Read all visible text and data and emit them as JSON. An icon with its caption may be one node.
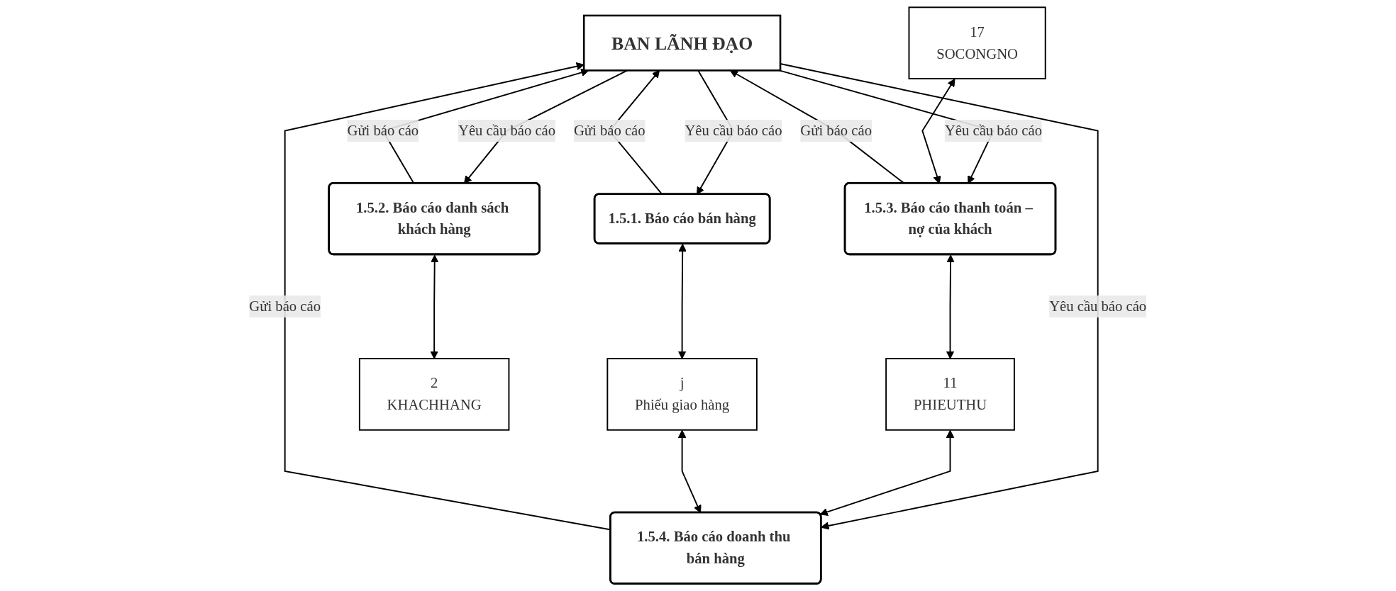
{
  "diagram": {
    "nodes": [
      {
        "text": [
          "BAN LÃNH ĐẠO"
        ]
      },
      {
        "text": [
          "1.5.1. Báo cáo bán hàng"
        ]
      },
      {
        "text": [
          "1.5.2. Báo cáo danh sách khách hàng"
        ]
      },
      {
        "text": [
          "17",
          "SOCONGNO"
        ]
      },
      {
        "text": [
          "1.5.3. Báo cáo thanh toán – nợ của khách"
        ]
      },
      {
        "text": [
          "1.5.4. Báo cáo doanh thu bán hàng"
        ]
      },
      {
        "text": [
          "j",
          "Phiếu giao hàng"
        ]
      },
      {
        "text": [
          "2",
          "KHACHHANG"
        ]
      },
      {
        "text": [
          "11",
          "PHIEUTHU"
        ]
      }
    ],
    "edges": [
      {
        "from": 1,
        "to": 0,
        "arrow": "to",
        "label": "Gửi báo cáo"
      },
      {
        "from": 0,
        "to": 1,
        "arrow": "to",
        "label": "Yêu cầu báo cáo"
      },
      {
        "from": 0,
        "to": 2,
        "arrow": "to",
        "label": "Yêu cầu báo cáo"
      },
      {
        "from": 2,
        "to": 0,
        "arrow": "to",
        "label": "Gửi báo cáo"
      },
      {
        "from": 0,
        "to": 4,
        "arrow": "to",
        "label": "Yêu cầu báo cáo"
      },
      {
        "from": 4,
        "to": 0,
        "arrow": "to",
        "label": "Gửi báo cáo"
      },
      {
        "from": 5,
        "to": 0,
        "arrow": "to",
        "label": "Gửi báo cáo"
      },
      {
        "from": 0,
        "to": 5,
        "arrow": "to",
        "label": "Yêu cầu báo cáo"
      },
      {
        "from": 3,
        "to": 4,
        "arrow": "both"
      },
      {
        "from": 1,
        "to": 6,
        "arrow": "both"
      },
      {
        "from": 2,
        "to": 7,
        "arrow": "both"
      },
      {
        "from": 4,
        "to": 8,
        "arrow": "both"
      },
      {
        "from": 8,
        "to": 5,
        "arrow": "both"
      },
      {
        "from": 6,
        "to": 5,
        "arrow": "both"
      }
    ]
  }
}
